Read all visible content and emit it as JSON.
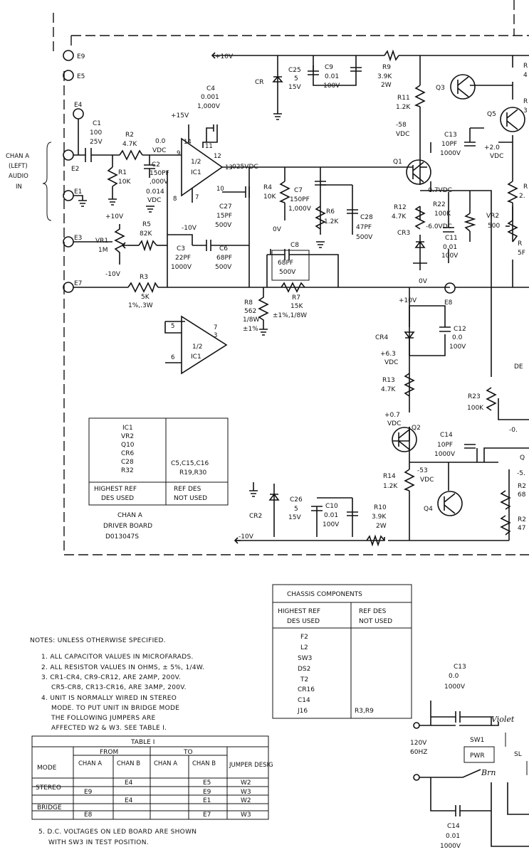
{
  "terminals": {
    "e9": "E9",
    "e5": "E5",
    "e4": "E4",
    "e2": "E2",
    "e1": "E1",
    "e3": "E3",
    "e7": "E7",
    "e8": "E8"
  },
  "input_label": [
    "CHAN A",
    "(LEFT)",
    "AUDIO",
    "IN"
  ],
  "components": {
    "c1": [
      "C1",
      "100",
      "25V"
    ],
    "r2": [
      "R2",
      "4.7K"
    ],
    "r1": [
      "R1",
      "10K"
    ],
    "c2": [
      "C2",
      "150PF",
      ",000V"
    ],
    "ic1": [
      "1/2",
      "IC1"
    ],
    "c4": [
      "C4",
      "0.001",
      "1,000V"
    ],
    "p15": "+15V",
    "m10a": "-10V",
    "vdc_in": [
      "0.0",
      "VDC"
    ],
    "dc014": [
      "0.014",
      "VDC"
    ],
    "c27": [
      "C27",
      "15PF",
      "500V"
    ],
    "c6": [
      "C6",
      "68PF",
      "500V"
    ],
    "c3": [
      "C3",
      "22PF",
      "1000V"
    ],
    "r5": [
      "R5",
      "82K"
    ],
    "vr1": [
      "VR1",
      "1M"
    ],
    "p10a": "+10V",
    "m10b": "-10V",
    "r3": [
      "R3",
      "5K",
      "1%,.3W"
    ],
    "r8": [
      "R8",
      "562",
      "1/8W",
      "±1%"
    ],
    "r7": [
      "R7",
      "15K",
      "±1%,1/8W"
    ],
    "ic1b": [
      "1/2",
      "IC1"
    ],
    "p10top": "+10V",
    "cr": "CR",
    "c25": [
      "C25",
      "5",
      "15V"
    ],
    "c9": [
      "C9",
      "0.01",
      "100V"
    ],
    "r9": [
      "R9",
      "3.9K",
      "2W"
    ],
    "r11": [
      "R11",
      "1.2K"
    ],
    "v58": [
      "-58",
      "VDC"
    ],
    "q3": "Q3",
    "q5": "Q5",
    "c13": [
      "C13",
      "10PF",
      "1000V"
    ],
    "v20": [
      "+2.0",
      "VDC"
    ],
    "q1": "Q1",
    "v_025": "-.025VDC",
    "r4": [
      "R4",
      "10K"
    ],
    "v0": "0V",
    "c7": [
      "C7",
      "150PF",
      "1,000V"
    ],
    "r6": [
      "R6",
      "1.2K"
    ],
    "c28": [
      "C28",
      "47PF",
      "500V"
    ],
    "c8": [
      "C8",
      "68PF",
      "500V"
    ],
    "v07": "-0.7VDC",
    "r12": [
      "R12",
      "4.7K"
    ],
    "cr3": "CR3",
    "r22": [
      "R22",
      "100K"
    ],
    "v60": "-6.0VDC",
    "c11": [
      "C11",
      "0.01",
      "100V"
    ],
    "vr2": [
      "VR2",
      "500"
    ],
    "v0b": "0V",
    "p10mid": "+10V",
    "cr4": "CR4",
    "c12": [
      "C12",
      "0.0",
      "100V"
    ],
    "v63": [
      "+6.3",
      "VDC"
    ],
    "r13": [
      "R13",
      "4.7K"
    ],
    "r23": [
      "R23",
      "100K"
    ],
    "v_p07": [
      "+0.7",
      "VDC"
    ],
    "q2": "Q2",
    "c14": [
      "C14",
      "10PF",
      "1000V"
    ],
    "r14": [
      "R14",
      "1.2K"
    ],
    "v53": [
      "-53",
      "VDC"
    ],
    "q4": "Q4",
    "cr2": "CR2",
    "c26": [
      "C26",
      "5",
      "15V"
    ],
    "c10": [
      "C10",
      "0.01",
      "100V"
    ],
    "r10": [
      "R10",
      "3.9K",
      "2W"
    ],
    "m10c": "-10V",
    "edge": {
      "r_a": "R",
      "r_b": "4",
      "r_c": "R",
      "r_d": "3",
      "r_e": "R",
      "r_f": "2.",
      "r_g": "R",
      "r_h": "5F",
      "de": "DE",
      "m0": "-0.",
      "q6": "Q",
      "q6v": "-5.",
      "r2a": "R2",
      "r2b": "68",
      "r2c": "R2",
      "r2d": "47"
    }
  },
  "table_ref": {
    "used": [
      "IC1",
      "VR2",
      "Q10",
      "CR6",
      "C28",
      "R32"
    ],
    "not_used": [
      "C5,C15,C16",
      "R19,R30"
    ],
    "h1": [
      "HIGHEST REF",
      "DES USED"
    ],
    "h2": [
      "REF DES",
      "NOT USED"
    ]
  },
  "board_caption": [
    "CHAN A",
    "DRIVER BOARD",
    "D013047S"
  ],
  "chassis": {
    "title": "CHASSIS COMPONENTS",
    "h1": [
      "HIGHEST REF",
      "DES USED"
    ],
    "h2": [
      "REF DES",
      "NOT USED"
    ],
    "used": [
      "F2",
      "L2",
      "SW3",
      "DS2",
      "T2",
      "CR16",
      "C14",
      "J16"
    ],
    "not_used": "R3,R9"
  },
  "notes": [
    "NOTES: UNLESS OTHERWISE SPECIFIED.",
    "1. ALL CAPACITOR VALUES IN MICROFARADS.",
    "2. ALL RESISTOR VALUES IN OHMS, ± 5%, 1/4W.",
    "3. CR1-CR4, CR9-CR12, ARE 2AMP, 200V.",
    "CR5-CR8, CR13-CR16, ARE 3AMP, 200V.",
    "4. UNIT IS NORMALLY WIRED IN STEREO",
    "MODE. TO PUT UNIT IN BRIDGE MODE",
    "THE FOLLOWING JUMPERS ARE",
    "AFFECTED W2 & W3. SEE TABLE I.",
    "5. D.C. VOLTAGES ON LED BOARD ARE SHOWN",
    "WITH SW3 IN TEST POSITION."
  ],
  "table1": {
    "title": "TABLE I",
    "from": "FROM",
    "to": "TO",
    "cols": [
      "MODE",
      "CHAN A",
      "CHAN B",
      "CHAN A",
      "CHAN B",
      "JUMPER DESIG"
    ],
    "rows": [
      [
        "STEREO",
        "",
        "E4",
        "",
        "E5",
        "W2"
      ],
      [
        "",
        "E9",
        "",
        "",
        "E9",
        "W3"
      ],
      [
        "BRIDGE",
        "",
        "E4",
        "",
        "E1",
        "W2"
      ],
      [
        "",
        "E8",
        "",
        "",
        "E7",
        "W3"
      ]
    ]
  },
  "power": {
    "c13": [
      "C13",
      "0.0",
      "1000V"
    ],
    "v120": [
      "120V",
      "60HZ"
    ],
    "sw1": "SW1",
    "pwr": "PWR",
    "sl": "SL",
    "c14": [
      "C14",
      "0.01",
      "1000V"
    ],
    "violet": "Violet",
    "brn": "Brn"
  }
}
